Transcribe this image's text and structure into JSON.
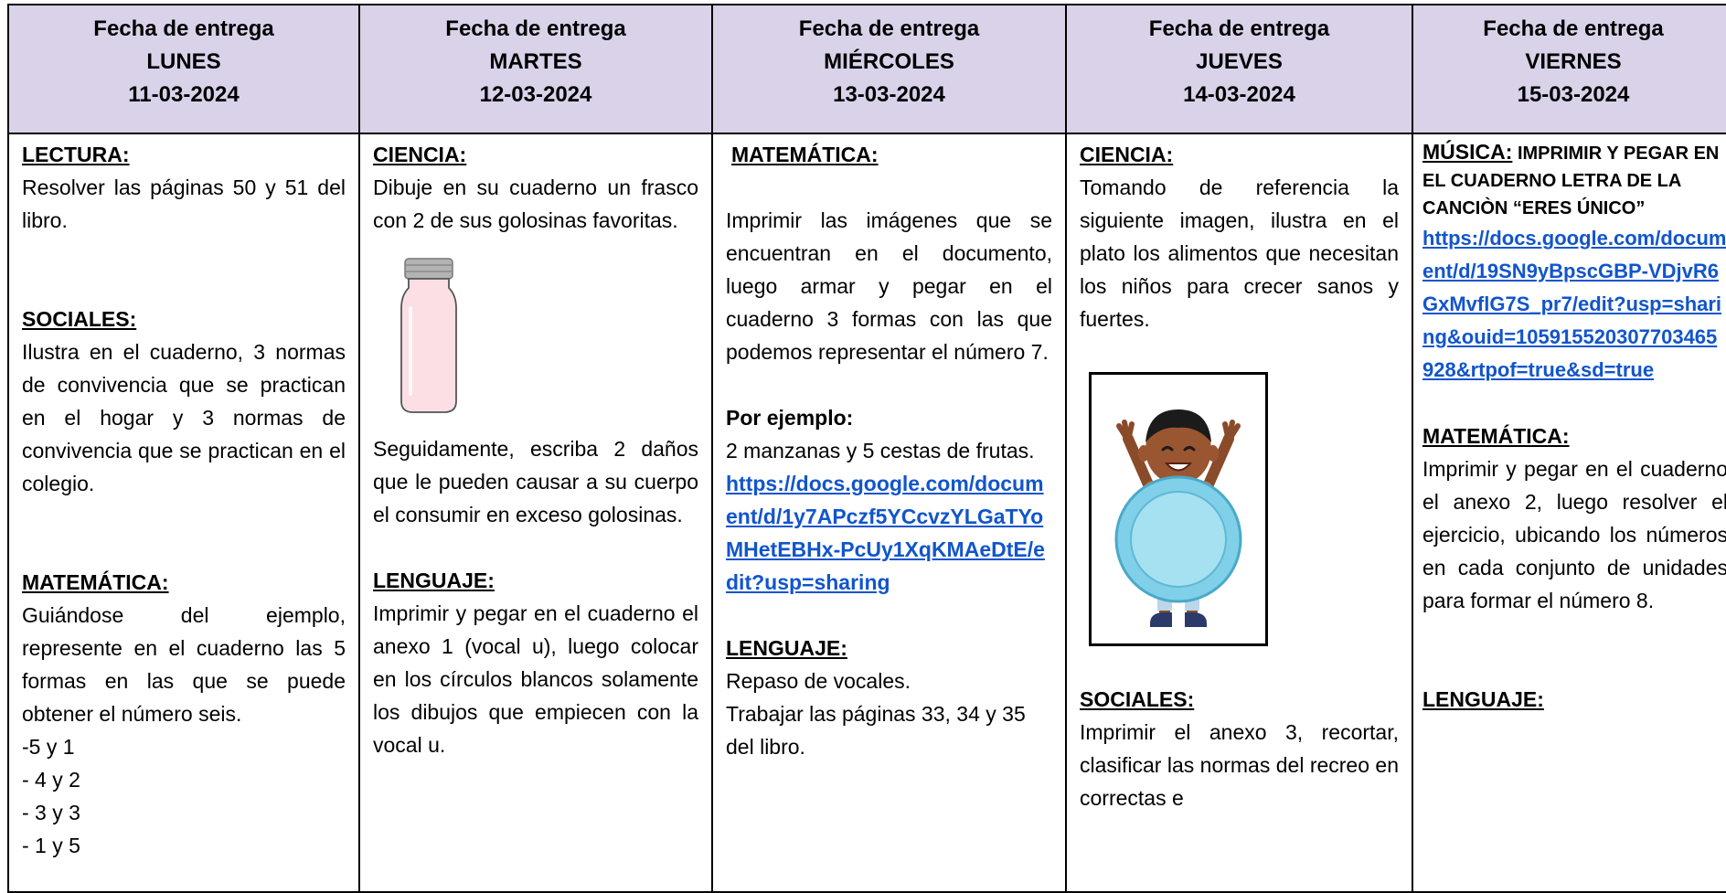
{
  "columns": [
    {
      "label": "Fecha de entrega",
      "day": "LUNES",
      "date": "11-03-2024",
      "lectura": {
        "title": "LECTURA:",
        "text": "Resolver las páginas 50 y 51 del libro."
      },
      "sociales": {
        "title": "SOCIALES:",
        "text": "Ilustra en el cuaderno, 3 normas de convivencia que se practican en el hogar y 3 normas de convivencia que se practican en el colegio."
      },
      "matematica": {
        "title": "MATEMÁTICA:",
        "text": "Guiándose del ejemplo, represente en el cuaderno las 5 formas en las que se puede obtener el número seis.",
        "items": [
          "-5 y 1",
          "- 4 y 2",
          "- 3 y 3",
          "- 1 y 5"
        ]
      }
    },
    {
      "label": "Fecha de entrega",
      "day": "MARTES",
      "date": "12-03-2024",
      "ciencia": {
        "title": "CIENCIA:",
        "text": "Dibuje en su cuaderno un frasco con 2 de sus golosinas favoritas.",
        "text2": "Seguidamente, escriba 2 daños que le pueden causar a su cuerpo el consumir en exceso golosinas."
      },
      "lenguaje": {
        "title": "LENGUAJE:",
        "text": "Imprimir y pegar en el cuaderno el anexo 1 (vocal u), luego colocar en los círculos blancos solamente los dibujos que empiecen con la vocal u."
      }
    },
    {
      "label": "Fecha de entrega",
      "day": "MIÉRCOLES",
      "date": "13-03-2024",
      "matematica": {
        "title": "MATEMÁTICA:",
        "text": "Imprimir las imágenes que se encuentran en el documento, luego armar y pegar en el cuaderno 3 formas con las que podemos representar el número 7.",
        "example_title": "Por ejemplo:",
        "example_text": "2 manzanas y 5 cestas de frutas.",
        "link": "https://docs.google.com/document/d/1y7APczf5YCcvzYLGaTYoMHetEBHx-PcUy1XqKMAeDtE/edit?usp=sharing"
      },
      "lenguaje": {
        "title": "LENGUAJE:",
        "text": "Repaso de vocales.",
        "text2": "Trabajar las páginas 33, 34 y 35 del libro."
      }
    },
    {
      "label": "Fecha de entrega",
      "day": "JUEVES",
      "date": "14-03-2024",
      "ciencia": {
        "title": "CIENCIA:",
        "text": "Tomando de referencia la siguiente imagen, ilustra en el plato los alimentos que necesitan los niños para crecer sanos y fuertes."
      },
      "sociales": {
        "title": "SOCIALES:",
        "text": "Imprimir el anexo 3, recortar, clasificar las normas del recreo en correctas e"
      }
    },
    {
      "label": "Fecha de entrega",
      "day": "VIERNES",
      "date": "15-03-2024",
      "musica": {
        "title": "MÚSICA:",
        "text": "IMPRIMIR Y PEGAR EN EL CUADERNO LETRA DE LA CANCIÒN “ERES ÚNICO”",
        "link": "https://docs.google.com/document/d/19SN9yBpscGBP-VDjvR6GxMvflG7S_pr7/edit?usp=sharing&ouid=105915520307703465928&rtpof=true&sd=true"
      },
      "matematica": {
        "title": "MATEMÁTICA:",
        "text": "Imprimir y pegar en el cuaderno el anexo 2, luego resolver el ejercicio, ubicando los números en cada conjunto de unidades para formar el número 8."
      },
      "lenguaje": {
        "title": "LENGUAJE:"
      }
    }
  ]
}
